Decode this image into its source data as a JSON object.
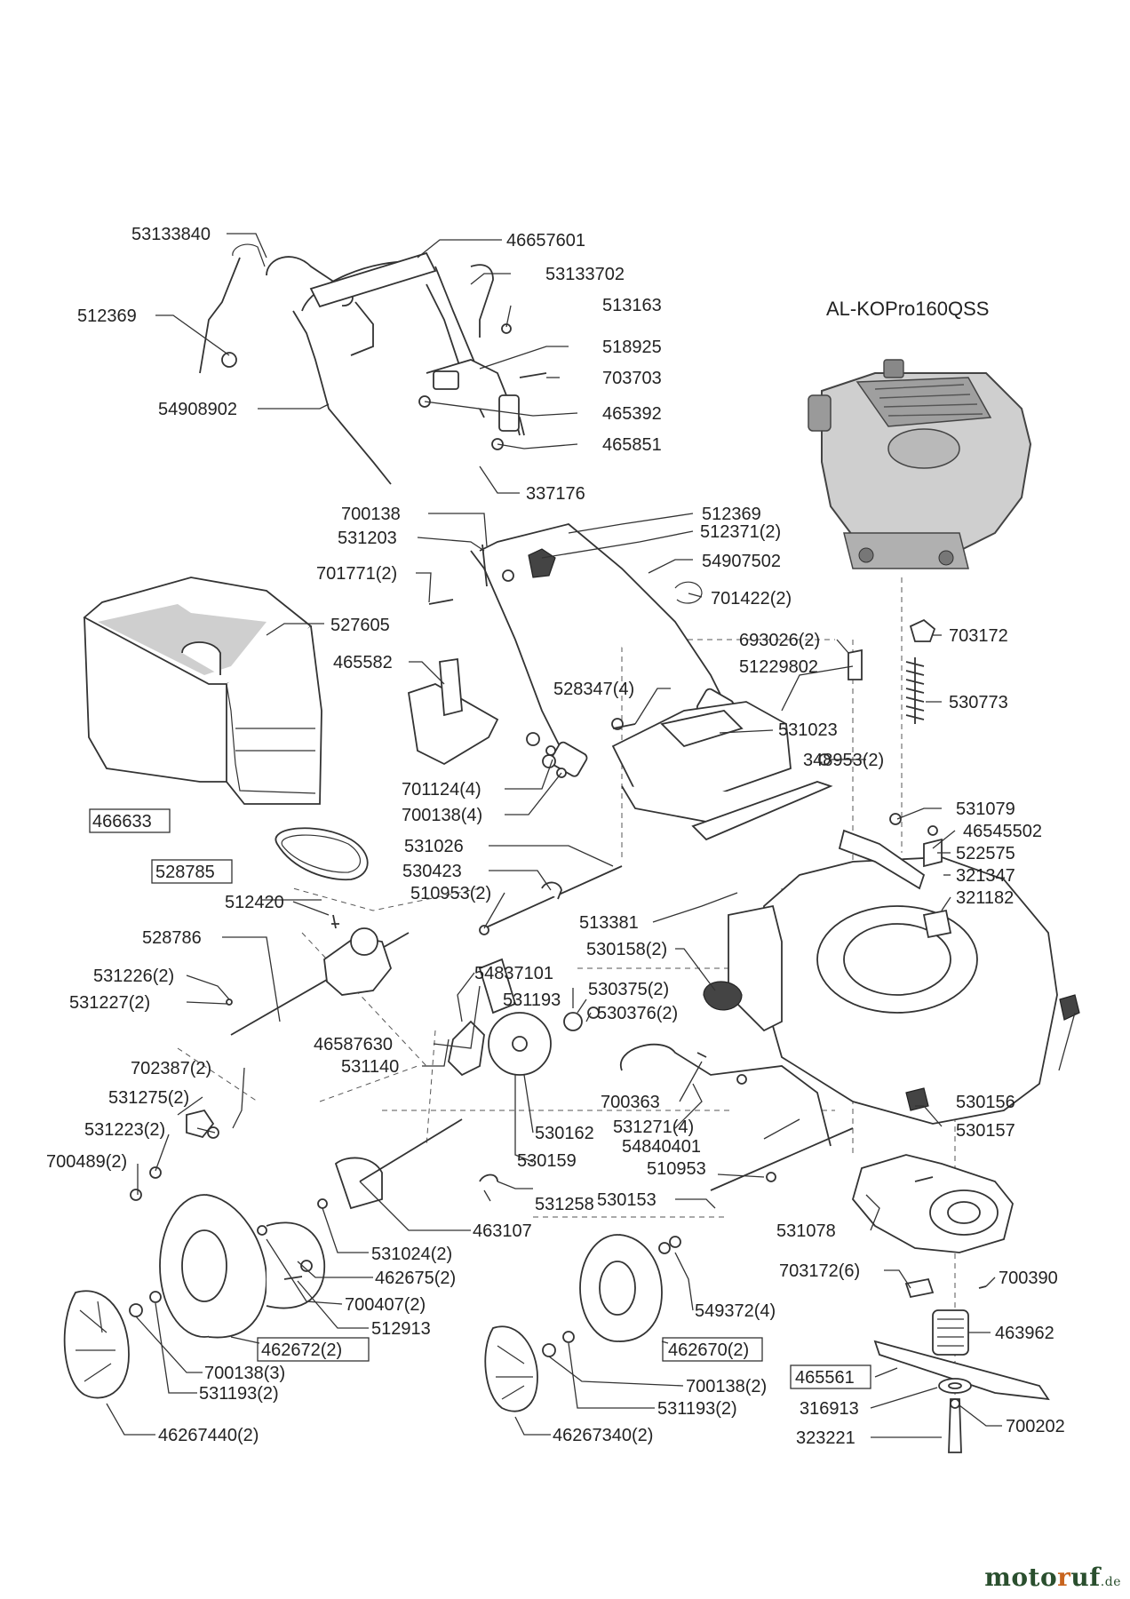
{
  "engine_model": "AL-KOPro160QSS",
  "watermark": {
    "brand_pre": "moto",
    "brand_accent": "r",
    "brand_post": "uf",
    "tld": ".de",
    "brand_color": "#2a4f2e",
    "accent_color": "#c8641e"
  },
  "labels": {
    "p53133840": "53133840",
    "p46657601": "46657601",
    "p53133702": "53133702",
    "p513163": "513163",
    "p512369a": "512369",
    "p518925": "518925",
    "p703703": "703703",
    "p54908902": "54908902",
    "p465392": "465392",
    "p465851": "465851",
    "p337176": "337176",
    "p700138a": "700138",
    "p512369b": "512369",
    "p531203": "531203",
    "p512371": "512371(2)",
    "p54907502": "54907502",
    "p701771": "701771(2)",
    "p701422": "701422(2)",
    "p527605": "527605",
    "p465582": "465582",
    "p693026": "693026(2)",
    "p703172a": "703172",
    "p51229802": "51229802",
    "p528347": "528347(4)",
    "p530773": "530773",
    "p531023": "531023",
    "p348953": "348953(2)",
    "p701124": "701124(4)",
    "p700138b": "700138(4)",
    "p466633": "466633",
    "p531079": "531079",
    "p46545502": "46545502",
    "p522575": "522575",
    "p531026": "531026",
    "p321347": "321347",
    "p530423": "530423",
    "p528785": "528785",
    "p321182": "321182",
    "p510953a": "510953(2)",
    "p512420": "512420",
    "p513381": "513381",
    "p528786": "528786",
    "p530158": "530158(2)",
    "p54837101": "54837101",
    "p531226": "531226(2)",
    "p531193a": "531193",
    "p530375": "530375(2)",
    "p531227": "531227(2)",
    "p530376": "530376(2)",
    "p46587630": "46587630",
    "p531140": "531140",
    "p702387": "702387(2)",
    "p531275": "531275(2)",
    "p700363": "700363",
    "p530156": "530156",
    "p531223": "531223(2)",
    "p531271": "531271(4)",
    "p530157": "530157",
    "p530162": "530162",
    "p54840401": "54840401",
    "p700489": "700489(2)",
    "p530159": "530159",
    "p510953b": "510953",
    "p531258": "531258",
    "p530153": "530153",
    "p531078": "531078",
    "p463107": "463107",
    "p531024": "531024(2)",
    "p703172b": "703172(6)",
    "p700390": "700390",
    "p462675": "462675(2)",
    "p700407": "700407(2)",
    "p549372": "549372(4)",
    "p512913": "512913",
    "p463962": "463962",
    "p462672": "462672(2)",
    "p462670": "462670(2)",
    "p465561": "465561",
    "p700138c": "700138(3)",
    "p700138d": "700138(2)",
    "p316913": "316913",
    "p531193b": "531193(2)",
    "p531193c": "531193(2)",
    "p700202": "700202",
    "p323221": "323221",
    "p46267440": "46267440(2)",
    "p46267340": "46267340(2)"
  }
}
